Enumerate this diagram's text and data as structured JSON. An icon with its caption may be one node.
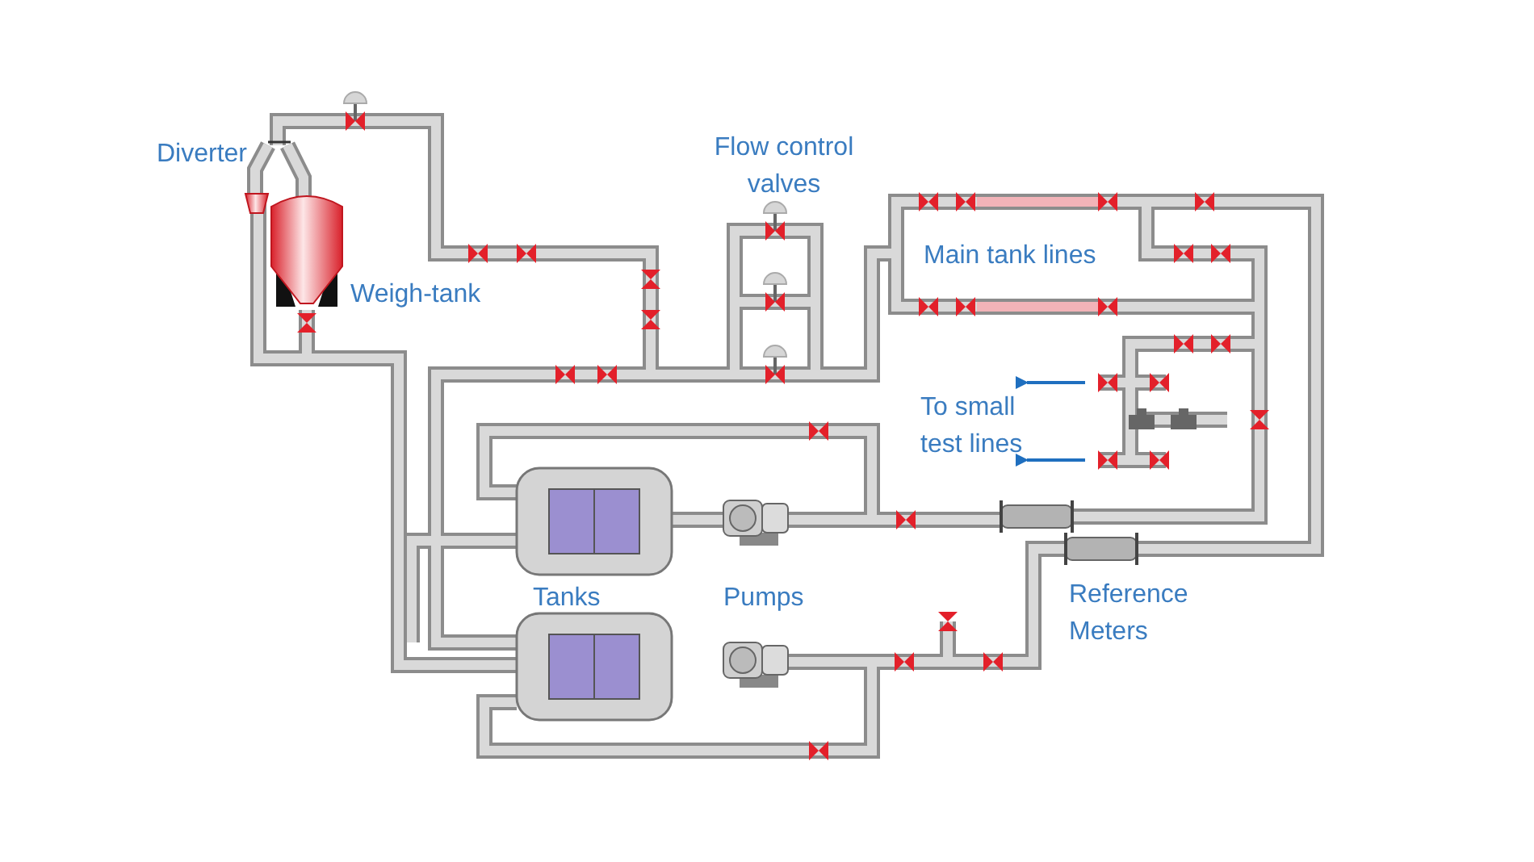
{
  "diagram": {
    "labels": [
      "Diverter",
      "Weigh-tank",
      "Flow control valves",
      "Main tank lines",
      "To small test lines",
      "Tanks",
      "Pumps",
      "Reference Meters"
    ]
  }
}
